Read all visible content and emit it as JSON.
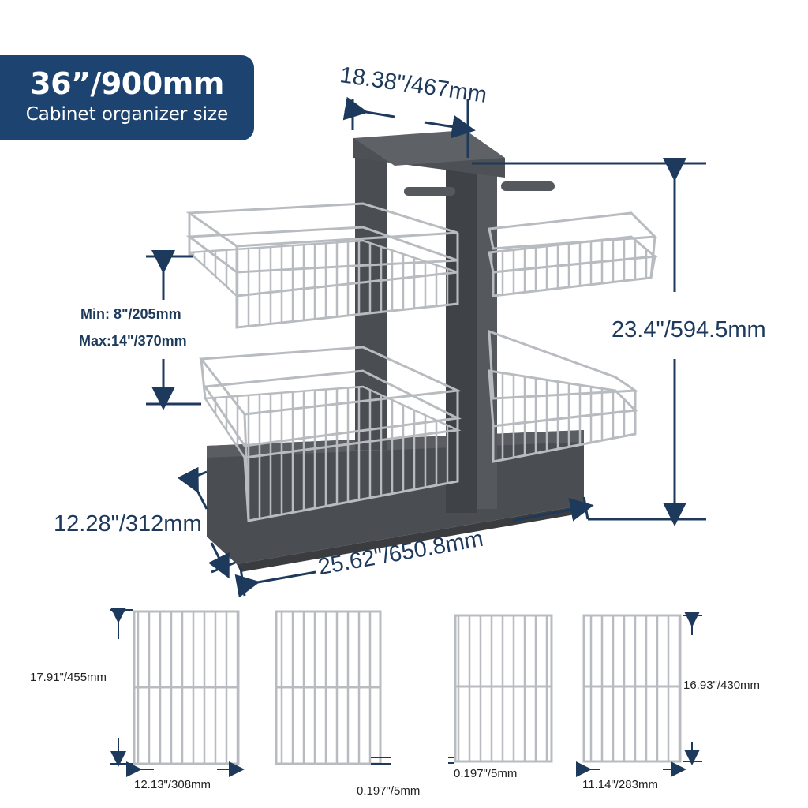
{
  "badge": {
    "size": "36”/900mm",
    "subtitle": "Cabinet organizer size"
  },
  "dimensions": {
    "top_depth": "18.38\"/467mm",
    "height": "23.4\"/594.5mm",
    "spacing_min": "Min: 8\"/205mm",
    "spacing_max": "Max:14\"/370mm",
    "base_depth": "12.28\"/312mm",
    "base_width": "25.62\"/650.8mm"
  },
  "baskets": {
    "large_depth": "17.91\"/455mm",
    "large_width": "12.13\"/308mm",
    "large_gap": "0.197\"/5mm",
    "small_gap": "0.197\"/5mm",
    "small_depth": "16.93\"/430mm",
    "small_width": "11.14\"/283mm"
  },
  "colors": {
    "badge": "#1d4370",
    "dimension_line": "#1d3a5c",
    "frame": "#4a4d52",
    "wire": "#b8bcc0"
  }
}
